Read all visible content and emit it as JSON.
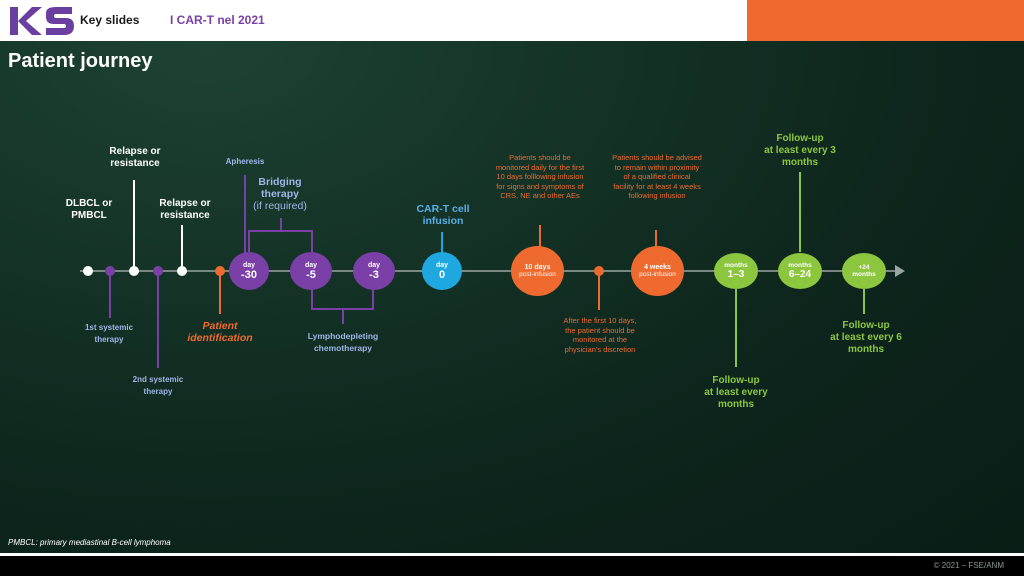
{
  "header": {
    "logo": "KS",
    "key_slides": "Key slides",
    "subtitle": "I CAR-T nel 2021"
  },
  "title": "Patient journey",
  "timeline": {
    "dlbcl": [
      "DLBCL or",
      "PMBCL"
    ],
    "relapse1": [
      "Relapse or",
      "resistance"
    ],
    "relapse2": [
      "Relapse or",
      "resistance"
    ],
    "apheresis": "Apheresis",
    "bridging": [
      "Bridging",
      "therapy"
    ],
    "bridging_note": "(if required)",
    "first_systemic": [
      "1st systemic",
      "therapy"
    ],
    "second_systemic": [
      "2nd systemic",
      "therapy"
    ],
    "patient_id": [
      "Patient",
      "identification"
    ],
    "lympho": [
      "Lymphodepleting",
      "chemotherapy"
    ],
    "cart": [
      "CAR-T cell",
      "infusion"
    ],
    "day_small": "day",
    "day_m30": "-30",
    "day_m5": "-5",
    "day_m3": "-3",
    "day_0": "0",
    "ten_days": [
      "10 days",
      "post-infusion"
    ],
    "four_weeks": [
      "4 weeks",
      "post-infusion"
    ],
    "months_small": "months",
    "m1_3": "1–3",
    "m6_24": "6–24",
    "m24": [
      "+24",
      "months"
    ],
    "monitor_daily": "Patients should be monitored daily for the first 10 days folllowing infusion for signs and symptoms of CRS, NE and other AEs",
    "proximity": "Patients should be advised to remain within proximity of a qualified clinical facility for at least 4 weeks following infusion",
    "after_first": "After the first 10 days, the patient should be monitored at the physician's discretion",
    "fu_months": [
      "Follow-up",
      "at least every",
      "months"
    ],
    "fu_3": [
      "Follow-up",
      "at least every 3",
      "months"
    ],
    "fu_6": [
      "Follow-up",
      "at least every 6",
      "months"
    ]
  },
  "footnote": "PMBCL: primary mediastinal B-cell lymphoma",
  "copyright": "© 2021 – FSE/ANM",
  "colors": {
    "purple": "#7b3fa8",
    "orange": "#ee6a2f",
    "blue": "#1fa8e0",
    "green": "#8cc63f"
  }
}
